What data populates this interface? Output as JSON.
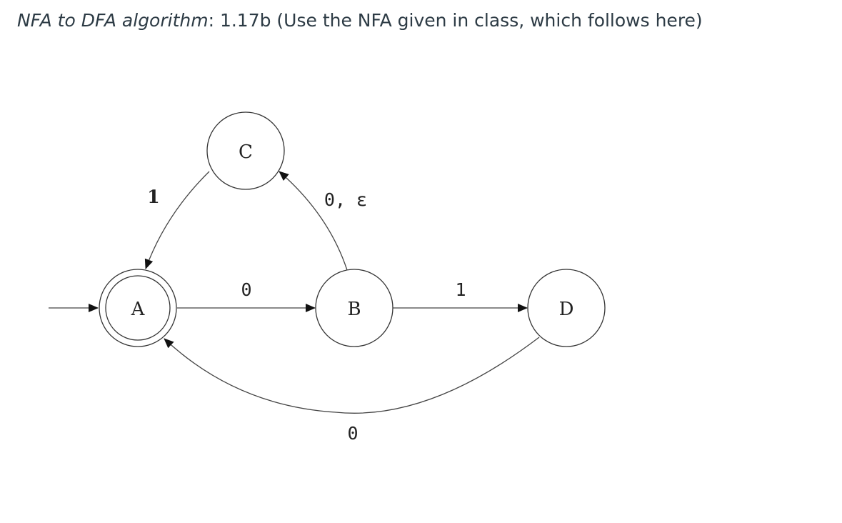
{
  "header": {
    "italic_part": "NFA to DFA algorithm",
    "rest": ": 1.17b (Use the NFA given in class, which follows here)"
  },
  "diagram": {
    "states": {
      "A": {
        "label": "A",
        "accepting": true,
        "start": true
      },
      "B": {
        "label": "B"
      },
      "C": {
        "label": "C"
      },
      "D": {
        "label": "D"
      }
    },
    "edges": {
      "a_to_b": {
        "from": "A",
        "to": "B",
        "label": "0"
      },
      "b_to_d": {
        "from": "B",
        "to": "D",
        "label": "1"
      },
      "b_to_c": {
        "from": "B",
        "to": "C",
        "label": "0, ε"
      },
      "c_to_a": {
        "from": "C",
        "to": "A",
        "label": "1"
      },
      "d_to_a": {
        "from": "D",
        "to": "A",
        "label": "0"
      }
    }
  }
}
